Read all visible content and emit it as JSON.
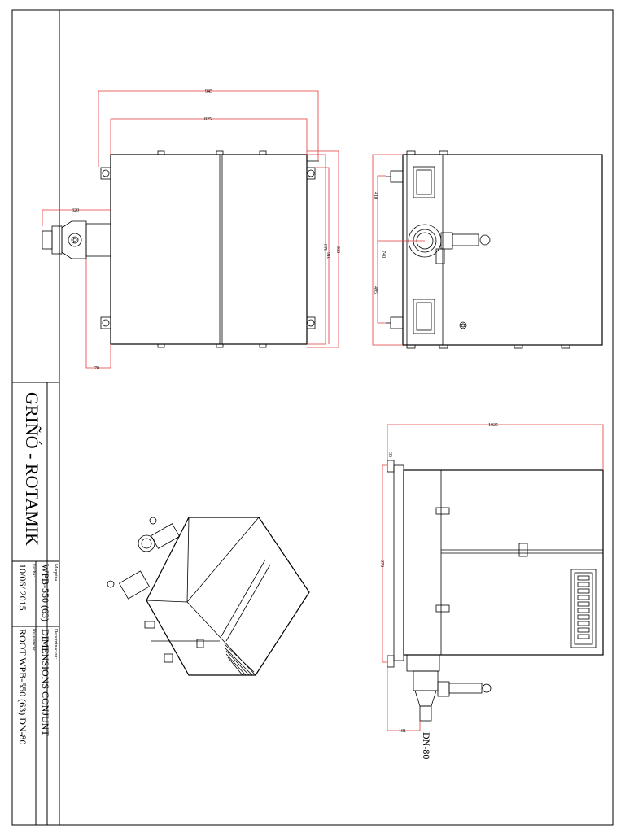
{
  "title_block": {
    "company": "GRIÑÓ - ROTAMIK",
    "maquina_label": "Maquina:",
    "maquina_value": "WPB-550 (63)",
    "denominacion_label": "Denominacion:",
    "denominacion_value": "DIMENSIONS CONJUNT",
    "fecha_label": "Fecha:",
    "fecha_value": "10/06/ 2015",
    "referencia_label": "Referencia:",
    "referencia_value": "ROOT WPB-550 (63) DN-80"
  },
  "dimensions": {
    "d945": "945",
    "d825": "825",
    "d320": "320",
    "d70": "70",
    "d870": "870",
    "d910": "910",
    "d960": "960",
    "d410": "410",
    "d740": "740",
    "d495": "495",
    "d1025": "1025",
    "d35": "35",
    "d970": "970",
    "d181": "181"
  },
  "callouts": {
    "dn": "DN-80"
  },
  "colors": {
    "dimension_line": "#e53a3a",
    "drawing_line": "#000000",
    "background": "#ffffff"
  }
}
